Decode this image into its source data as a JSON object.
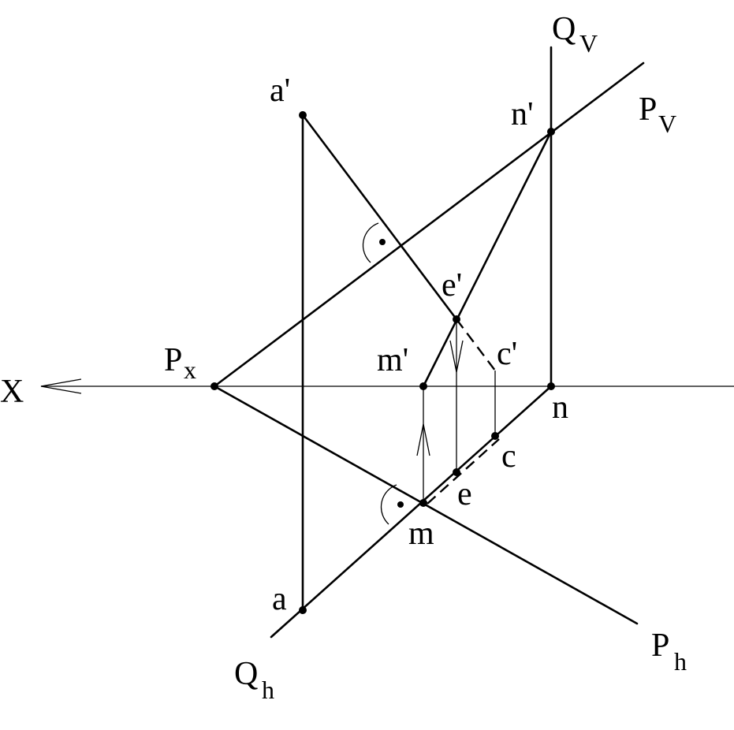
{
  "labels": {
    "X": "X",
    "Px_main": "P",
    "Px_sub": "x",
    "Pv_main": "P",
    "Pv_sub": "V",
    "Ph_main": "P",
    "Ph_sub": "h",
    "Qv_main": "Q",
    "Qv_sub": "V",
    "Qh_main": "Q",
    "Qh_sub": "h",
    "a_prime": "a'",
    "a": "a",
    "n_prime": "n'",
    "n": "n",
    "e_prime": "e'",
    "e": "e",
    "m_prime": "m'",
    "m": "m",
    "c_prime": "c'",
    "c": "c"
  }
}
